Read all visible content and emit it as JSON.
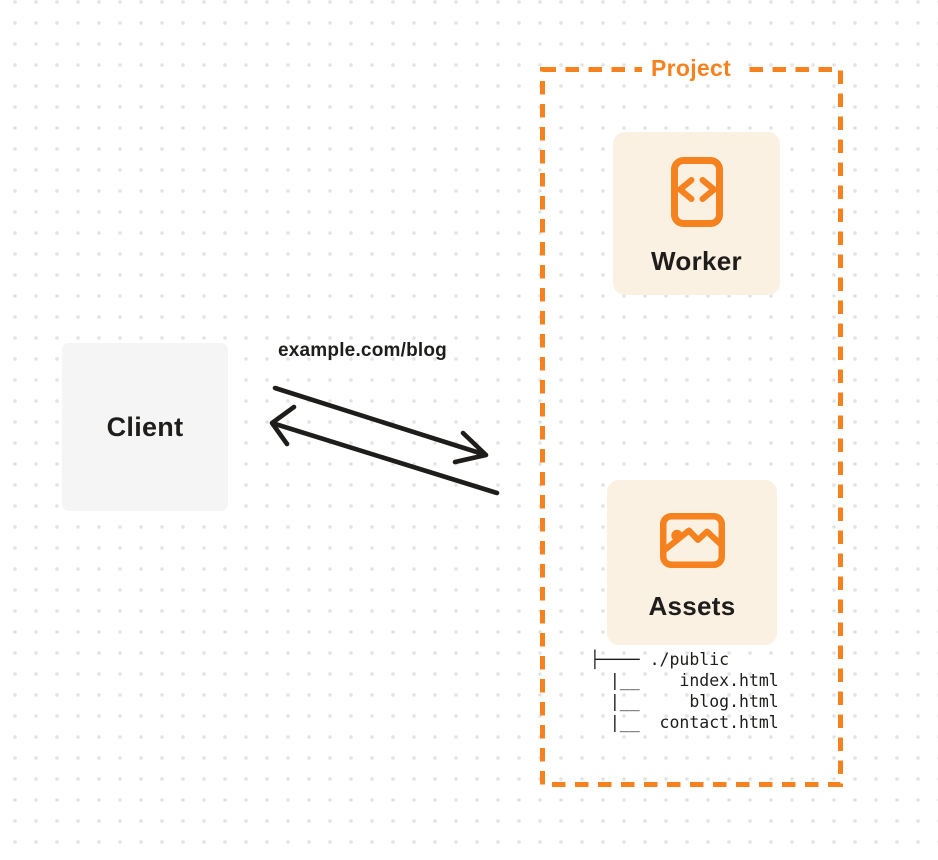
{
  "colors": {
    "accent": "#F6821F",
    "card-bg": "#FBF1E2",
    "client-bg": "#F5F5F6",
    "ink": "#1E1D1B",
    "dot": "#E3E3E3",
    "canvas-bg": "#FFFFFF"
  },
  "client": {
    "label": "Client"
  },
  "request": {
    "label": "example.com/blog"
  },
  "project": {
    "label": "Project",
    "worker": {
      "label": "Worker",
      "icon": "code-brackets-document-icon"
    },
    "assets": {
      "label": "Assets",
      "icon": "image-icon",
      "tree": {
        "lines": [
          "├──── ./public",
          "  |__    index.html",
          "  |__     blog.html",
          "  |__  contact.html"
        ]
      }
    }
  }
}
